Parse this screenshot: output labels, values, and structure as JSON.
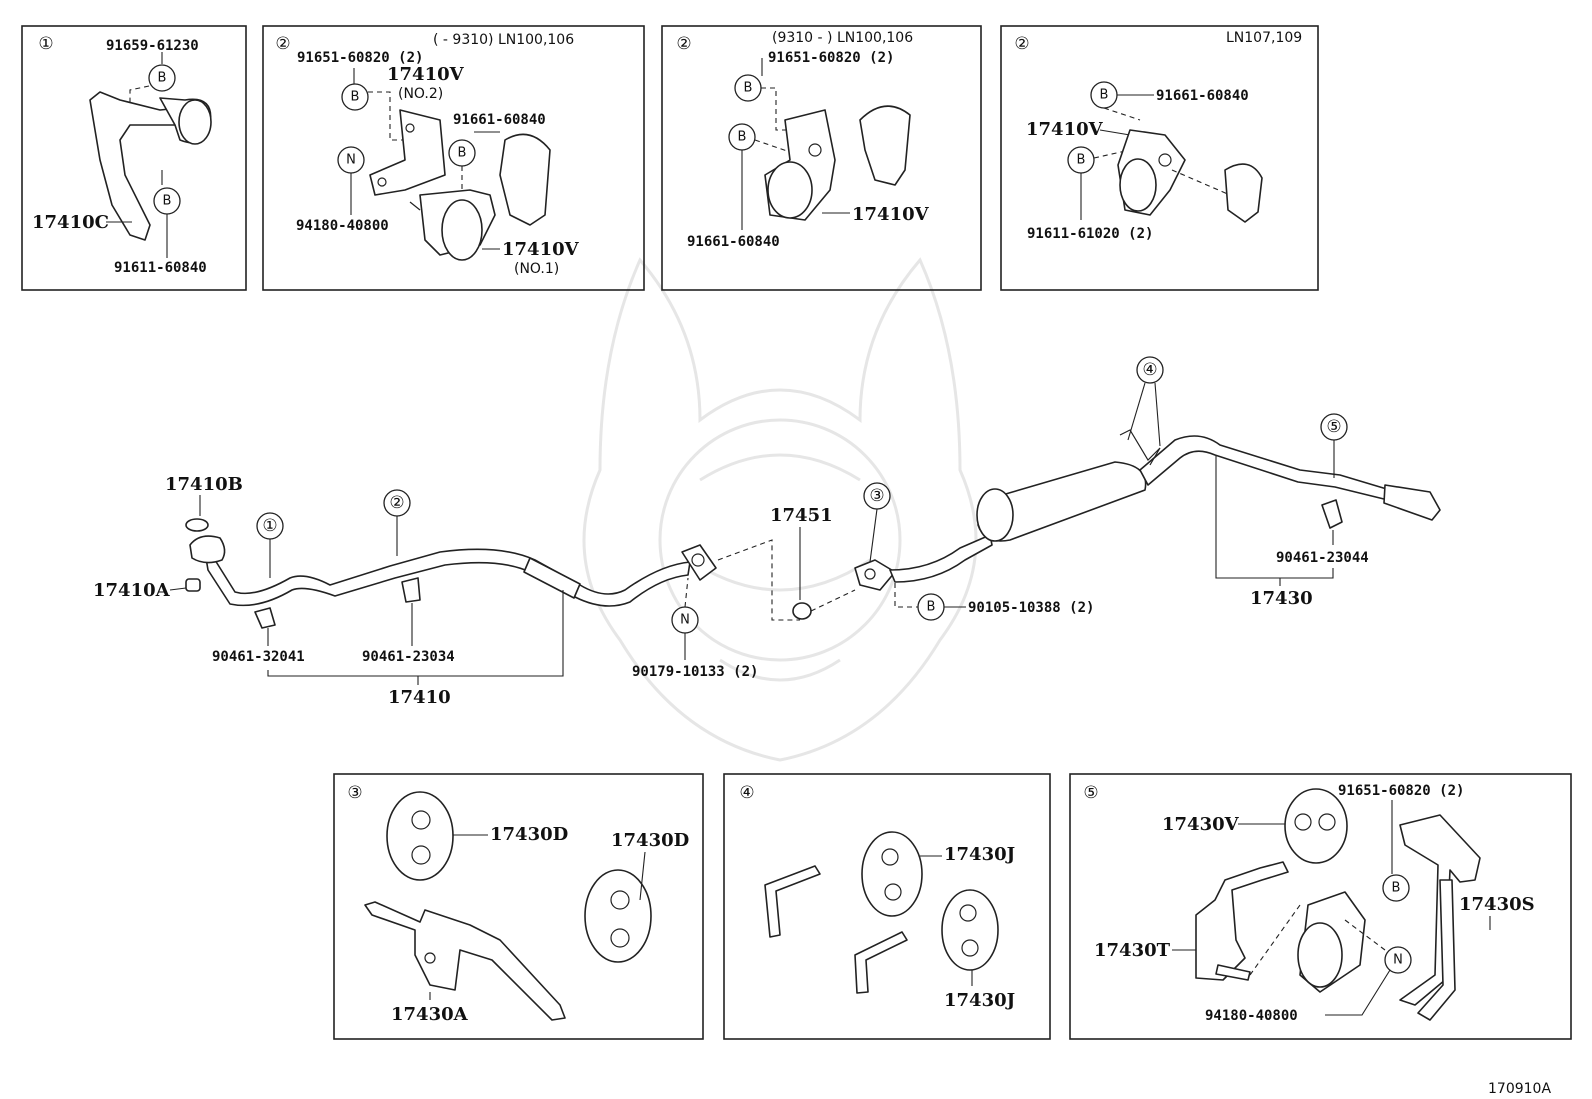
{
  "diagram_id": "170910A",
  "panels": [
    {
      "number": "①",
      "note": "",
      "labels": [
        "91659-61230",
        "17410C",
        "91611-60840"
      ],
      "callouts": [
        "B",
        "B"
      ]
    },
    {
      "number": "②",
      "note": "(      - 9310) LN100,106",
      "labels": [
        "91651-60820 (2)",
        "17410V",
        "(NO.2)",
        "91661-60840",
        "94180-40800",
        "17410V",
        "(NO.1)"
      ],
      "callouts": [
        "B",
        "N",
        "B"
      ]
    },
    {
      "number": "②",
      "note": "(9310 -       ) LN100,106",
      "labels": [
        "91651-60820 (2)",
        "91661-60840",
        "17410V"
      ],
      "callouts": [
        "B",
        "B"
      ]
    },
    {
      "number": "②",
      "note": "LN107,109",
      "labels": [
        "91661-60840",
        "17410V",
        "91611-61020 (2)"
      ],
      "callouts": [
        "B",
        "B"
      ]
    },
    {
      "number": "③",
      "labels": [
        "17430D",
        "17430D",
        "17430A"
      ]
    },
    {
      "number": "④",
      "labels": [
        "17430J",
        "17430J"
      ]
    },
    {
      "number": "⑤",
      "labels": [
        "91651-60820 (2)",
        "17430V",
        "17430S",
        "17430T",
        "94180-40800"
      ],
      "callouts": [
        "B",
        "N"
      ]
    }
  ],
  "main": {
    "labels": {
      "l17410B": "17410B",
      "l17410A": "17410A",
      "l90461_32041": "90461-32041",
      "l90461_23034": "90461-23034",
      "l17410": "17410",
      "l17451": "17451",
      "l90179": "90179-10133 (2)",
      "l90105": "90105-10388 (2)",
      "l90461_23044": "90461-23044",
      "l17430": "17430"
    },
    "refs": [
      "①",
      "②",
      "③",
      "④",
      "⑤"
    ],
    "callouts": [
      "N",
      "B"
    ]
  }
}
